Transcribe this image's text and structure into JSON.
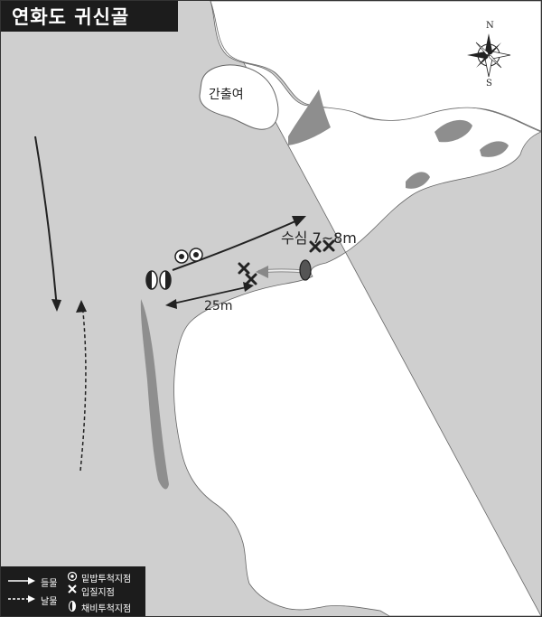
{
  "title": "연화도 귀신골",
  "labels": {
    "rock": "간출여",
    "depth": "수심 7~8m",
    "distance": "25m"
  },
  "compass": {
    "north": "N",
    "south": "S"
  },
  "legend": {
    "flood": "들물",
    "ebb": "날물",
    "chum_point": "밑밥투척지점",
    "entry_point": "입질지점",
    "tackle_point": "채비투척지점"
  },
  "colors": {
    "sea": "#cfcfcf",
    "land": "#ffffff",
    "reef": "#8e8e8e",
    "title_bg": "#1c1c1c",
    "ink": "#222222"
  }
}
